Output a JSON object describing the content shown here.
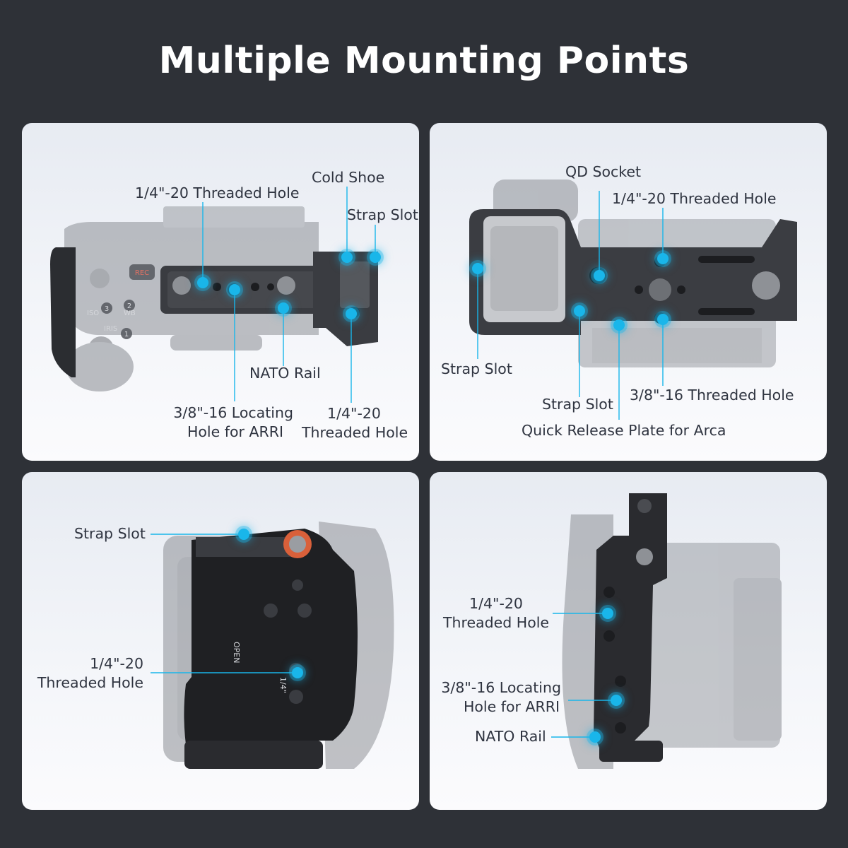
{
  "title": "Multiple Mounting Points",
  "panels": {
    "top_left": {
      "threaded_hole_top": "1/4\"-20 Threaded Hole",
      "cold_shoe": "Cold Shoe",
      "strap_slot": "Strap Slot",
      "nato_rail": "NATO Rail",
      "locating_hole_1": "3/8\"-16 Locating",
      "locating_hole_2": "Hole for ARRI",
      "threaded_hole_bottom_1": "1/4\"-20",
      "threaded_hole_bottom_2": "Threaded Hole",
      "camera_marks": {
        "rec": "REC",
        "iso": "ISO",
        "wb": "WB",
        "iris": "IRIS",
        "b1": "1",
        "b2": "2",
        "b3": "3"
      }
    },
    "top_right": {
      "qd_socket": "QD Socket",
      "threaded_hole": "1/4\"-20 Threaded Hole",
      "strap_slot_left": "Strap Slot",
      "strap_slot_bottom": "Strap Slot",
      "threaded_hole_38": "3/8\"-16 Threaded Hole",
      "quick_release": "Quick Release Plate for Arca"
    },
    "bottom_left": {
      "strap_slot": "Strap Slot",
      "threaded_hole_1": "1/4\"-20",
      "threaded_hole_2": "Threaded Hole",
      "open_mark": "OPEN",
      "quarter_mark": "1/4\""
    },
    "bottom_right": {
      "threaded_hole_1": "1/4\"-20",
      "threaded_hole_2": "Threaded Hole",
      "locating_hole_1": "3/8\"-16 Locating",
      "locating_hole_2": "Hole for ARRI",
      "nato_rail": "NATO Rail"
    }
  },
  "colors": {
    "background": "#2e3137",
    "accent": "#19b6ea",
    "panel": "#eef1f6",
    "label": "#2f3440"
  }
}
